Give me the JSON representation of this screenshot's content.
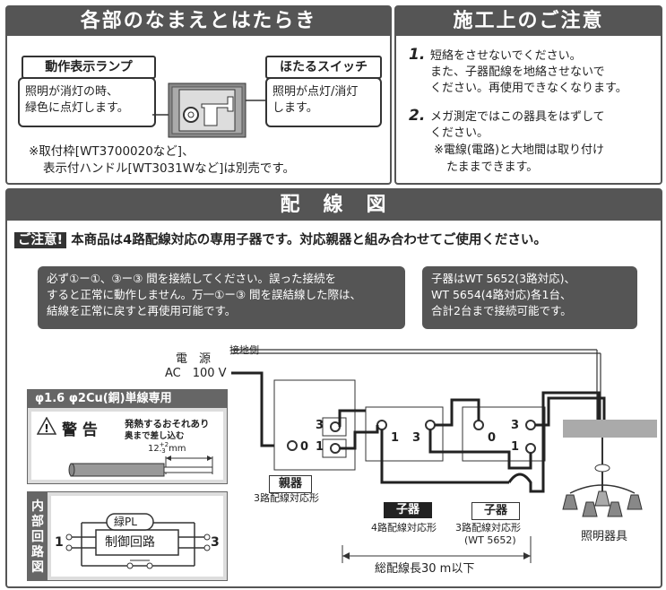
{
  "parts": {
    "title": "各部のなまえとはたらき",
    "lamp_label": "動作表示ランプ",
    "lamp_desc": [
      "照明が消灯の時、",
      "緑色に点灯します。"
    ],
    "switch_label": "ほたるスイッチ",
    "switch_desc": [
      "照明が点灯/消灯",
      "します。"
    ],
    "note": [
      "※取付枠[WT3700020など]、",
      "表示付ハンドル[WT3031Wなど]は別売です。"
    ]
  },
  "caution": {
    "title": "施工上のご注意",
    "items": [
      {
        "num": "1.",
        "lines": [
          "短絡をさせないでください。",
          "また、子器配線を地絡させないで",
          "ください。再使用できなくなります。"
        ]
      },
      {
        "num": "2.",
        "lines": [
          "メガ測定ではこの器具をはずして",
          "ください。",
          "※電線(電路)と大地間は取り付け",
          "たままできます。"
        ]
      }
    ]
  },
  "wiring": {
    "title": "配　線　図",
    "notice_badge": "ご注意!",
    "notice_text": "本商品は4路配線対応の専用子器です。対応親器と組み合わせてご使用ください。",
    "box1": [
      "必ず①ー①、③ー③ 間を接続してください。誤った接続を",
      "すると正常に動作しません。万一①ー③ 間を誤結線した際は、",
      "結線を正常に戻すと再使用可能です。"
    ],
    "box2": [
      "子器はWT 5652(3路対応)、",
      "WT 5654(4路対応)各1台、",
      "合計2台まで接続可能です。"
    ],
    "wire_title": "φ1.6 φ2Cu(銅)単線専用",
    "warning_label": "警 告",
    "warning_text": [
      "発熱するおそれあり",
      "奥まで差し込む"
    ],
    "strip_length": "12",
    "strip_tol_plus": "+2",
    "strip_tol_minus": "-3",
    "strip_unit": "mm",
    "internal_label": "内部回路図",
    "internal_pl": "緑PL",
    "internal_ctrl": "制御回路",
    "internal_t1": "1",
    "internal_t3": "3",
    "ground_side": "接地側",
    "power_label": "電　源",
    "power_value": "AC　100 V",
    "master_label": "親器",
    "master_sub": "3路配線対応形",
    "slave4_label": "子器",
    "slave4_sub": "4路配線対応形",
    "slave3_label": "子器",
    "slave3_sub": "3路配線対応形",
    "slave3_model": "(WT 5652)",
    "lamp_fixture": "照明器具",
    "total_length": "総配線長30 m以下",
    "t0": "0",
    "t1": "1",
    "t3": "3"
  }
}
